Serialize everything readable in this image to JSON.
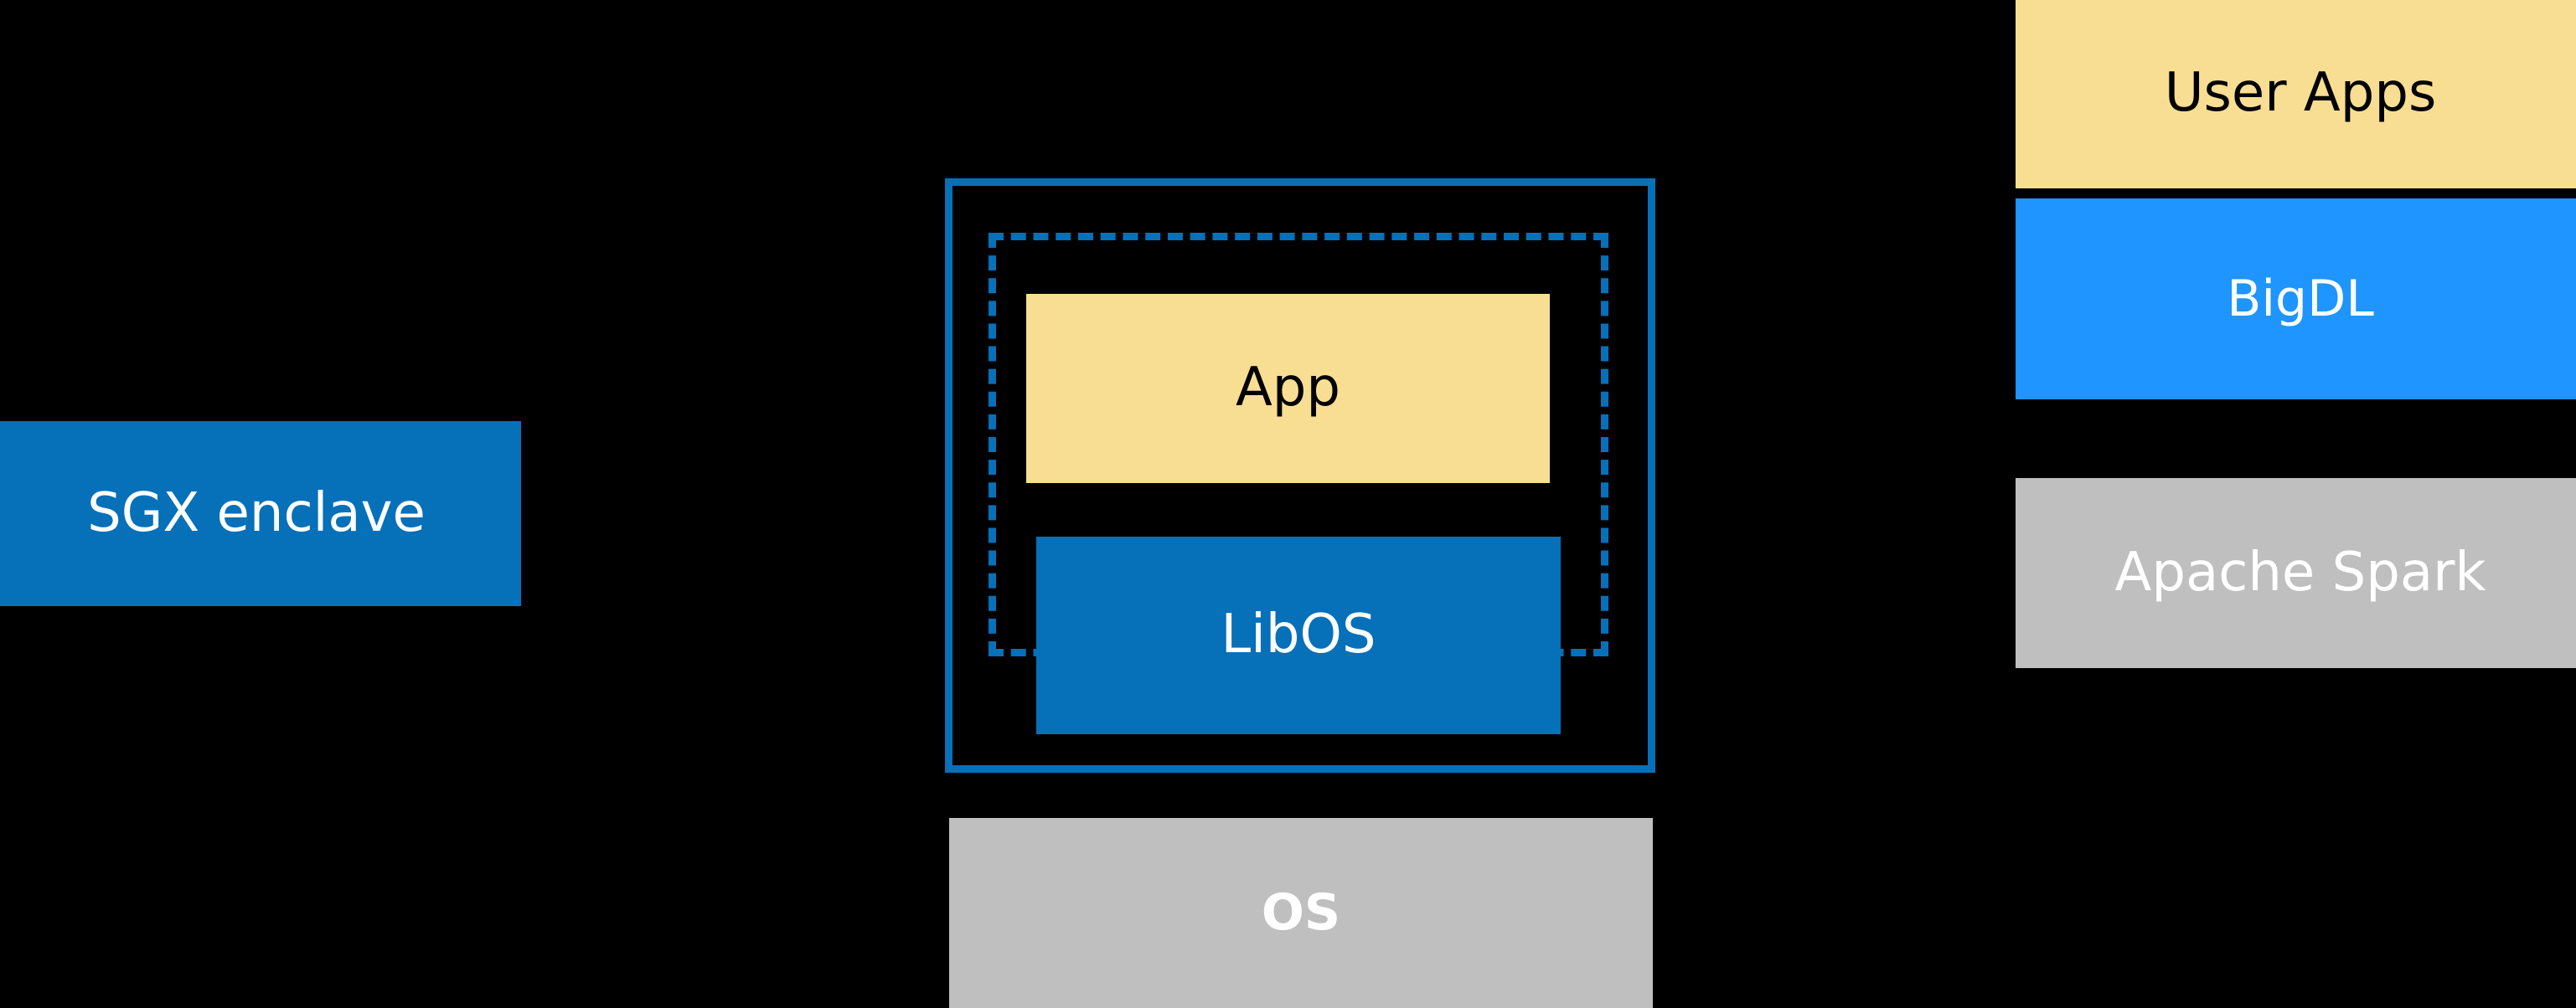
{
  "diagram": {
    "background_color": "#000000",
    "accent_blue": "#0670B8",
    "bright_blue": "#1E95FF",
    "cream": "#F8DE93",
    "gray": "#BFBFBF",
    "white": "#FFFFFF",
    "black": "#000000"
  },
  "left": {
    "sgx_enclave": {
      "label": "SGX enclave",
      "fill": "#0670B8",
      "text_color": "#FFFFFF"
    }
  },
  "center": {
    "enclave_frame": {
      "name": "solid-enclave-boundary",
      "stroke": "#0670B8",
      "style": "solid"
    },
    "inner_frame": {
      "name": "dashed-enclave-boundary",
      "stroke": "#0670B8",
      "style": "dashed"
    },
    "app": {
      "label": "App",
      "fill": "#F8DE93",
      "text_color": "#000000"
    },
    "libos": {
      "label": "LibOS",
      "fill": "#0670B8",
      "text_color": "#FFFFFF"
    },
    "os": {
      "label": "OS",
      "fill": "#BFBFBF",
      "text_color": "#FFFFFF"
    }
  },
  "right_stack": {
    "items": [
      {
        "label": "User Apps",
        "fill": "#F8DE93",
        "text_color": "#000000"
      },
      {
        "label": "BigDL",
        "fill": "#1E95FF",
        "text_color": "#FFFFFF"
      },
      {
        "label": "Apache Spark",
        "fill": "#BFBFBF",
        "text_color": "#FFFFFF"
      }
    ]
  },
  "connectors": {
    "stroke": "#000000",
    "edges": [
      {
        "from": "sgx-enclave-box",
        "to": "enclave-frame"
      },
      {
        "from": "user-apps-box",
        "to": "app-box"
      },
      {
        "from": "bigdl-box",
        "to": "app-box"
      },
      {
        "from": "apache-spark-box",
        "to": "app-box"
      }
    ]
  }
}
